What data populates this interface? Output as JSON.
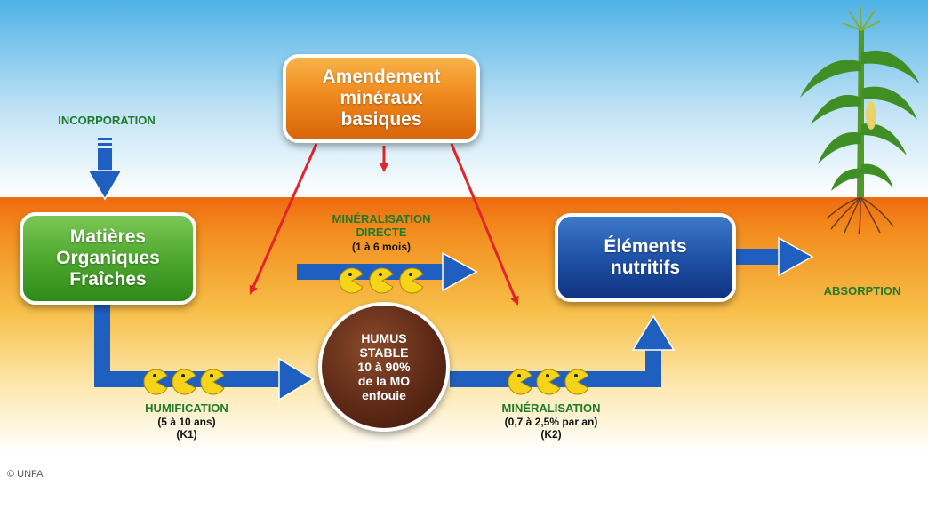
{
  "credit": "© UNFA",
  "boxes": {
    "amendement": "Amendement\nminéraux\nbasiques",
    "matieres": "Matières\nOrganiques\nFraîches",
    "elements": "Éléments\nnutritifs",
    "humus": "HUMUS\nSTABLE\n10 à 90%\nde la MO\nenfouie"
  },
  "labels": {
    "incorporation": "INCORPORATION",
    "absorption": "ABSORPTION",
    "mineralisation_directe_title": "MINÉRALISATION\nDIRECTE",
    "mineralisation_directe_duration": "(1 à 6 mois)",
    "humification_title": "HUMIFICATION",
    "humification_detail": "(5 à 10 ans)\n(K1)",
    "mineralisation_title": "MINÉRALISATION",
    "mineralisation_detail": "(0,7 à 2,5% par an)\n(K2)"
  },
  "colors": {
    "sky_top": "#5bb8e8",
    "soil_orange": "#f07a12",
    "arrow_blue": "#1e5fbf",
    "arrow_red": "#e0262a",
    "label_green": "#1f7a2a",
    "pacman_yellow": "#f6d419"
  },
  "icons": [
    "corn-plant-icon",
    "pacman-icon"
  ]
}
